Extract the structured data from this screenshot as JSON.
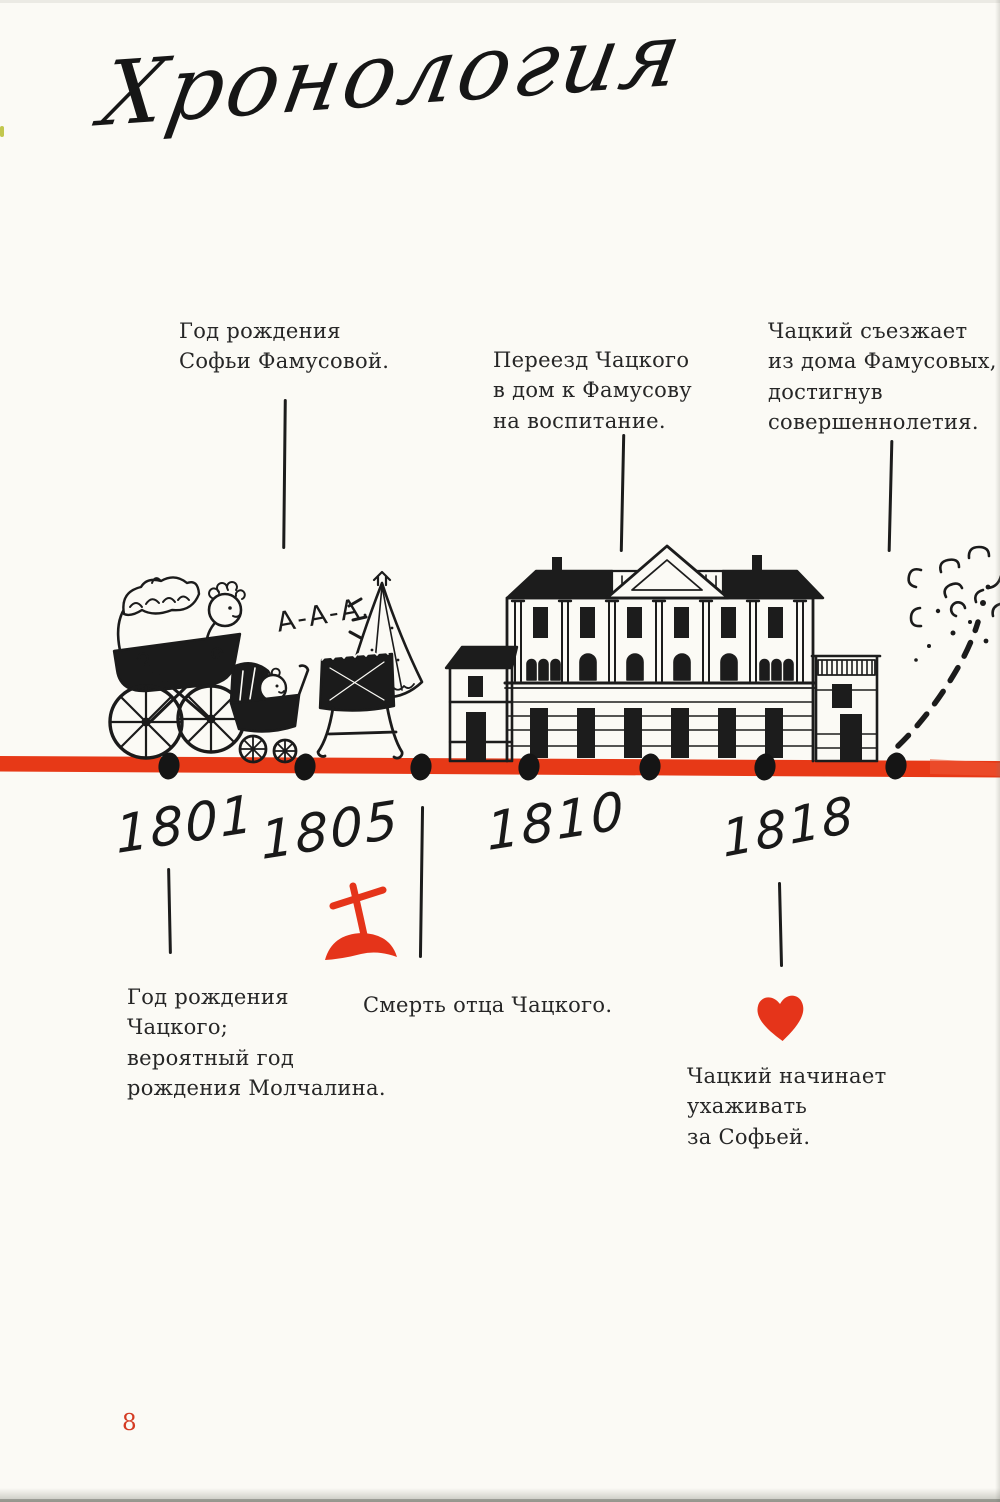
{
  "page": {
    "title": "Хронология",
    "page_number": "8"
  },
  "colors": {
    "accent_red": "#e73917",
    "ink_black": "#1c1c1c",
    "paper": "#fbfaf5"
  },
  "timeline": {
    "years": [
      "1801",
      "1805",
      "1810",
      "1818"
    ],
    "baby_cry": "А-А-А",
    "dots_count": 7,
    "events": [
      {
        "year": "1801",
        "position": "below",
        "label": "Год рождения\nЧацкого;\nвероятный год\nрождения Молчалина."
      },
      {
        "year": "1805",
        "position": "above",
        "label": "Год рождения\nСофьи Фамусовой."
      },
      {
        "year": "1805-1810",
        "position": "below",
        "label": "Смерть отца Чацкого."
      },
      {
        "year": "1810",
        "position": "above",
        "label": "Переезд Чацкого\nв дом к Фамусову\nна воспитание."
      },
      {
        "year": "1818",
        "position": "below",
        "label": "Чацкий начинает\nухаживать\nза Софьей."
      },
      {
        "year": "1818",
        "position": "above",
        "label": "Чацкий съезжает\nиз дома Фамусовых,\nдостигнув\nсовершеннолетия."
      }
    ]
  },
  "icons": [
    "large-pram-icon",
    "small-pram-icon",
    "cradle-icon",
    "mansion-icon",
    "dust-clouds-icon",
    "departure-arc-icon",
    "grave-cross-icon",
    "heart-icon",
    "timeline-band",
    "timeline-dot"
  ]
}
